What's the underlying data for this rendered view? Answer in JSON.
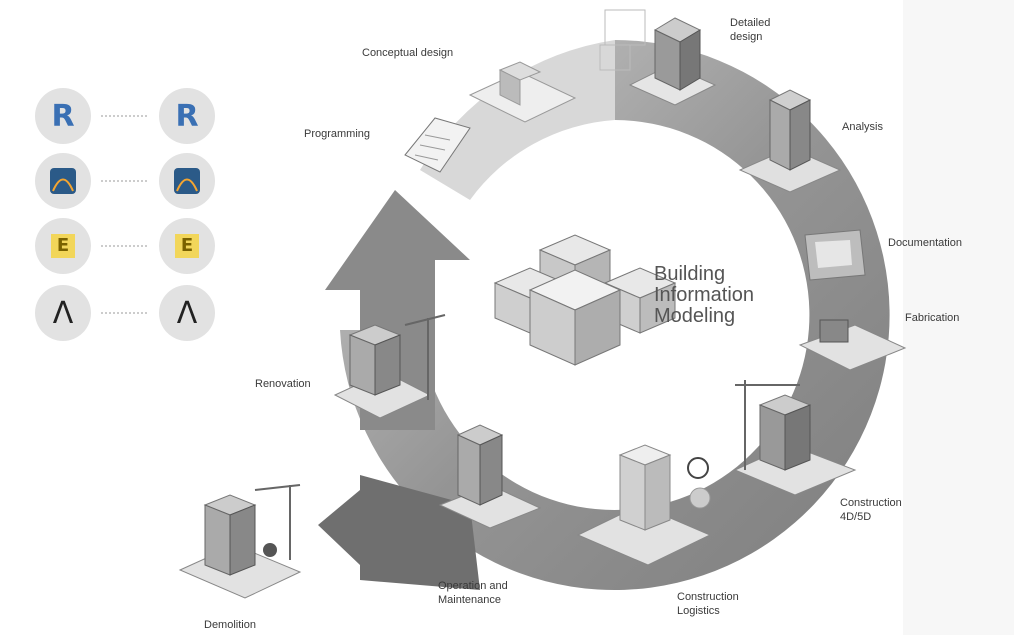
{
  "center": {
    "line1": "Building",
    "line2": "Information",
    "line3": "Modeling"
  },
  "stages": {
    "conceptual_design": "Conceptual design",
    "detailed_design": "Detailed design",
    "analysis": "Analysis",
    "documentation": "Documentation",
    "fabrication": "Fabrication",
    "construction": "Construction 4D/5D",
    "construction_logistics": "Construction Logistics",
    "operation_maintenance": "Operation and Maintenance",
    "demolition": "Demolition",
    "renovation": "Renovation",
    "programming": "Programming"
  },
  "apps": [
    {
      "icon": "revit-icon",
      "glyph": "R",
      "color": "#3a70b4"
    },
    {
      "icon": "archicad-icon",
      "glyph": "",
      "color": "#2b5a88"
    },
    {
      "icon": "etabs-icon",
      "glyph": "E",
      "color": "#c9a300"
    },
    {
      "icon": "lambda-icon",
      "glyph": "Λ",
      "color": "#222222"
    }
  ]
}
